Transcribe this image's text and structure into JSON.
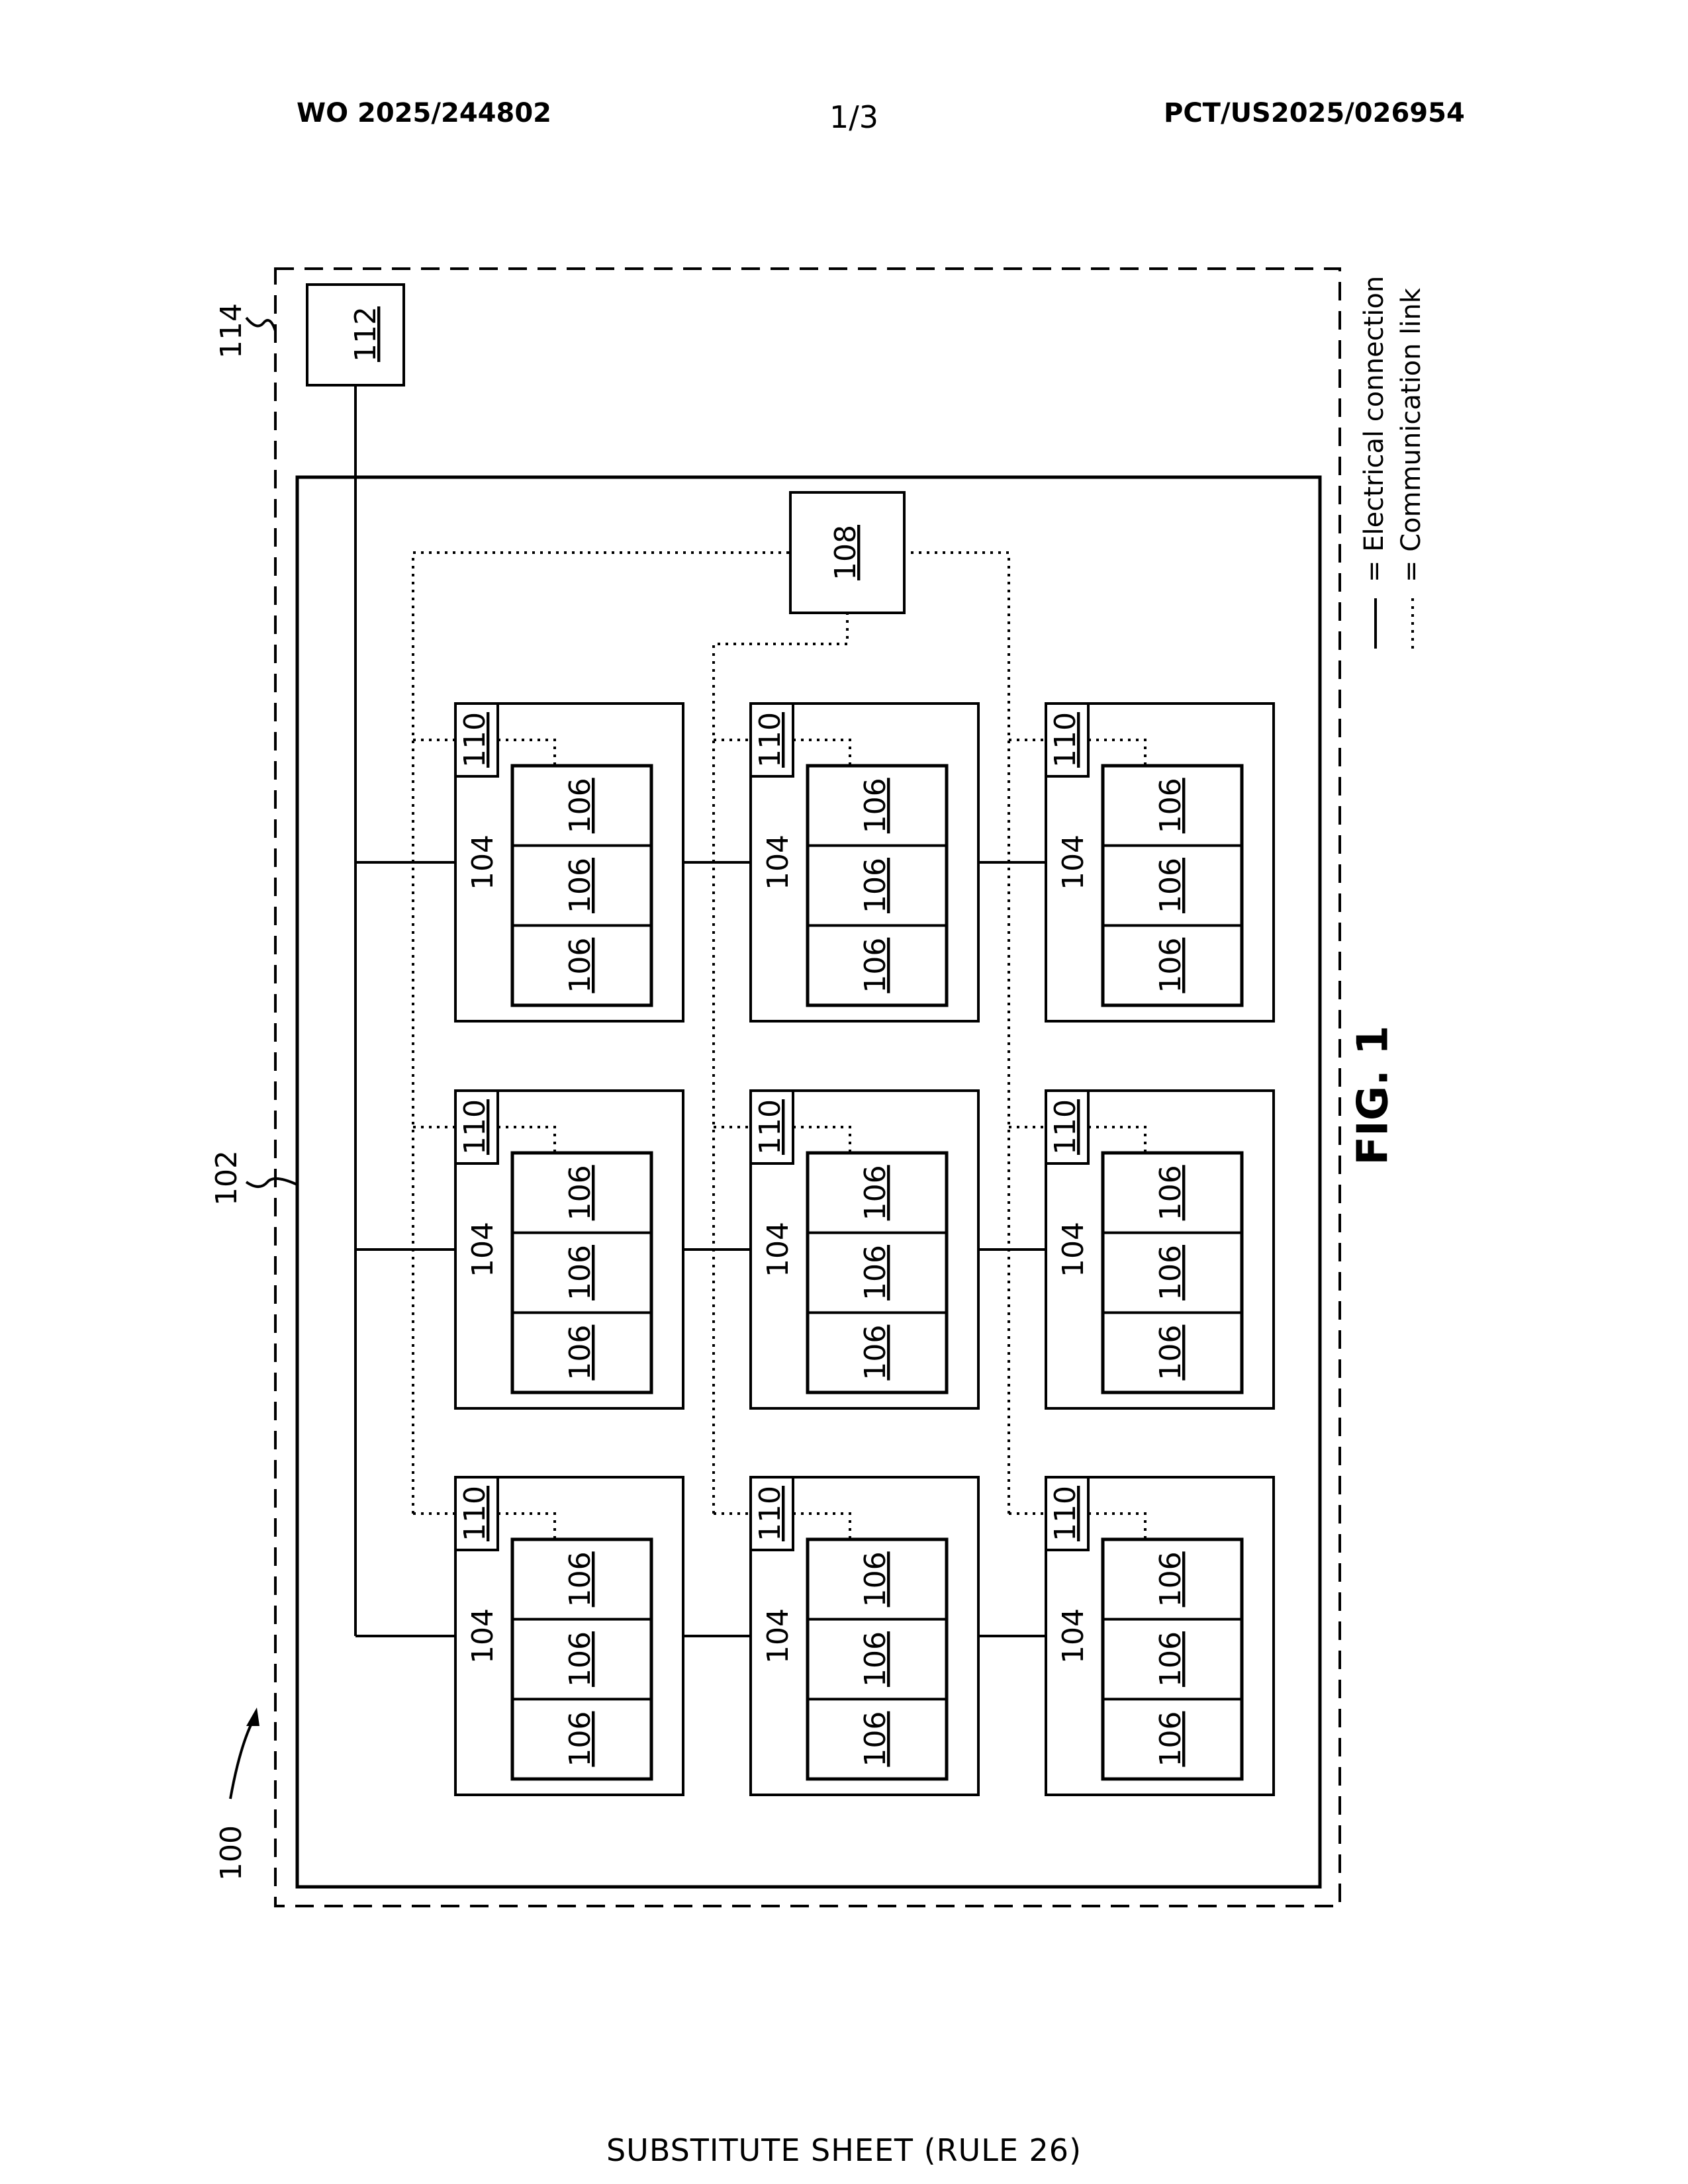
{
  "header": {
    "pub_number": "WO 2025/244802",
    "page": "1/3",
    "app_number": "PCT/US2025/026954"
  },
  "footer": {
    "text": "SUBSTITUTE SHEET (RULE 26)"
  },
  "figure": {
    "caption": "FIG. 1",
    "ref_system": "100",
    "ref_enclosure": "102",
    "ref_outer": "114",
    "ref_module": "104",
    "ref_cell": "106",
    "ref_controller": "108",
    "ref_module_controller": "110",
    "ref_external": "112",
    "legend": {
      "electrical": "= Electrical connection",
      "communication": "= Communication link"
    }
  }
}
